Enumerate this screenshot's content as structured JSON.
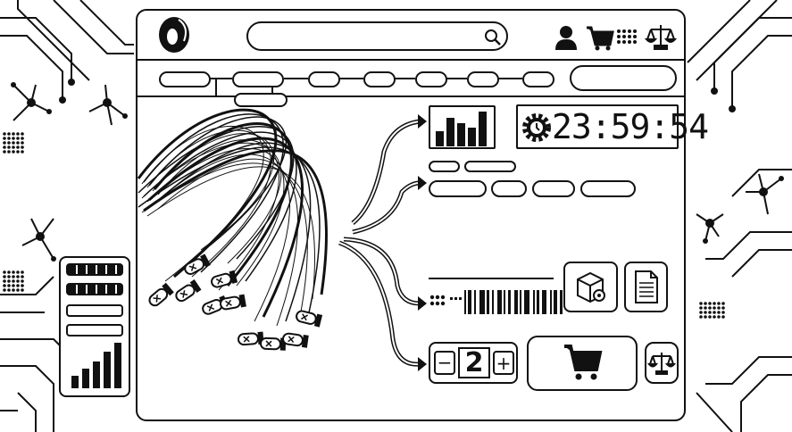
{
  "header": {
    "logo": "logo-mark",
    "search": {
      "placeholder": "",
      "icon": "search-icon"
    },
    "icons": [
      "user-icon",
      "cart-icon",
      "grid-icon",
      "scales-icon"
    ]
  },
  "widgets": {
    "timer": {
      "icon": "gear-clock-icon",
      "value": "23:59:54"
    },
    "quantity": {
      "value": "2",
      "minus": "−",
      "plus": "+"
    },
    "icons": [
      "bar-chart-icon",
      "package-icon",
      "document-icon",
      "barcode-icon",
      "cart-icon",
      "scales-icon"
    ]
  },
  "side_panel": {
    "progress": [
      1.0,
      1.0,
      0.0,
      0.0
    ]
  },
  "colors": {
    "ink": "#111111",
    "background": "#ffffff"
  }
}
